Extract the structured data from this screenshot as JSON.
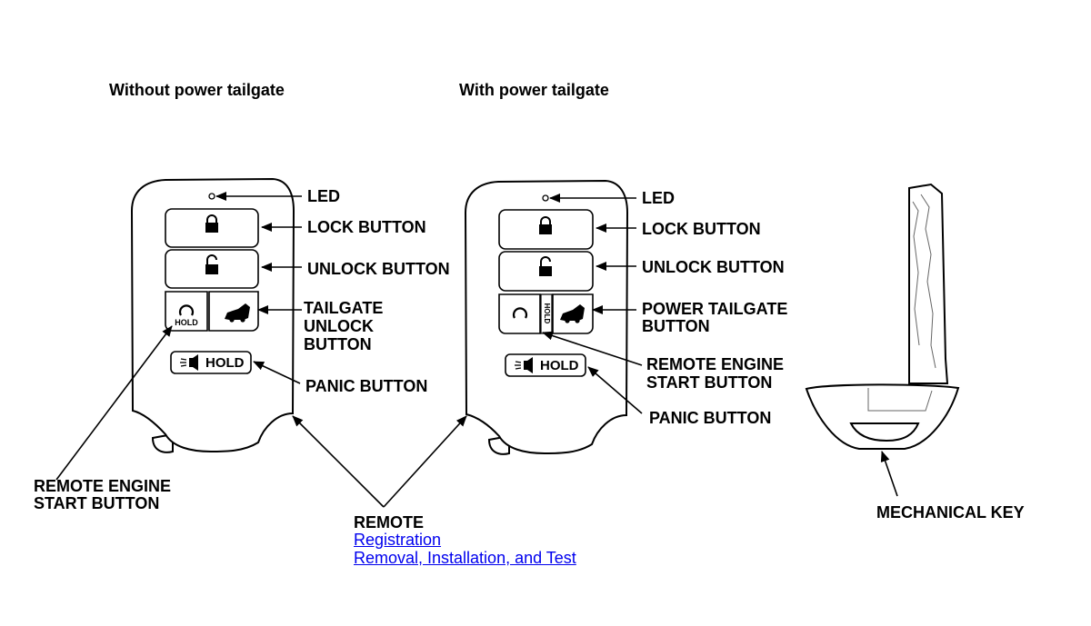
{
  "headings": {
    "left": "Without power tailgate",
    "middle": "With power tailgate"
  },
  "labels": {
    "left": {
      "led": "LED",
      "lock": "LOCK BUTTON",
      "unlock": "UNLOCK BUTTON",
      "tailgate_1": "TAILGATE",
      "tailgate_2": "UNLOCK",
      "tailgate_3": "BUTTON",
      "panic": "PANIC BUTTON",
      "remote_start_1": "REMOTE ENGINE",
      "remote_start_2": "START BUTTON"
    },
    "middle": {
      "led": "LED",
      "lock": "LOCK BUTTON",
      "unlock": "UNLOCK BUTTON",
      "power_tailgate_1": "POWER TAILGATE",
      "power_tailgate_2": "BUTTON",
      "remote_start_1": "REMOTE ENGINE",
      "remote_start_2": "START BUTTON",
      "panic": "PANIC BUTTON"
    },
    "remote": "REMOTE",
    "mechanical_key": "MECHANICAL KEY"
  },
  "button_text": {
    "hold": "HOLD",
    "hold_vertical": "HOLD"
  },
  "links": {
    "registration": "Registration",
    "removal": "Removal, Installation, and Test"
  },
  "colors": {
    "link": "#0000ee",
    "line": "#000000"
  }
}
